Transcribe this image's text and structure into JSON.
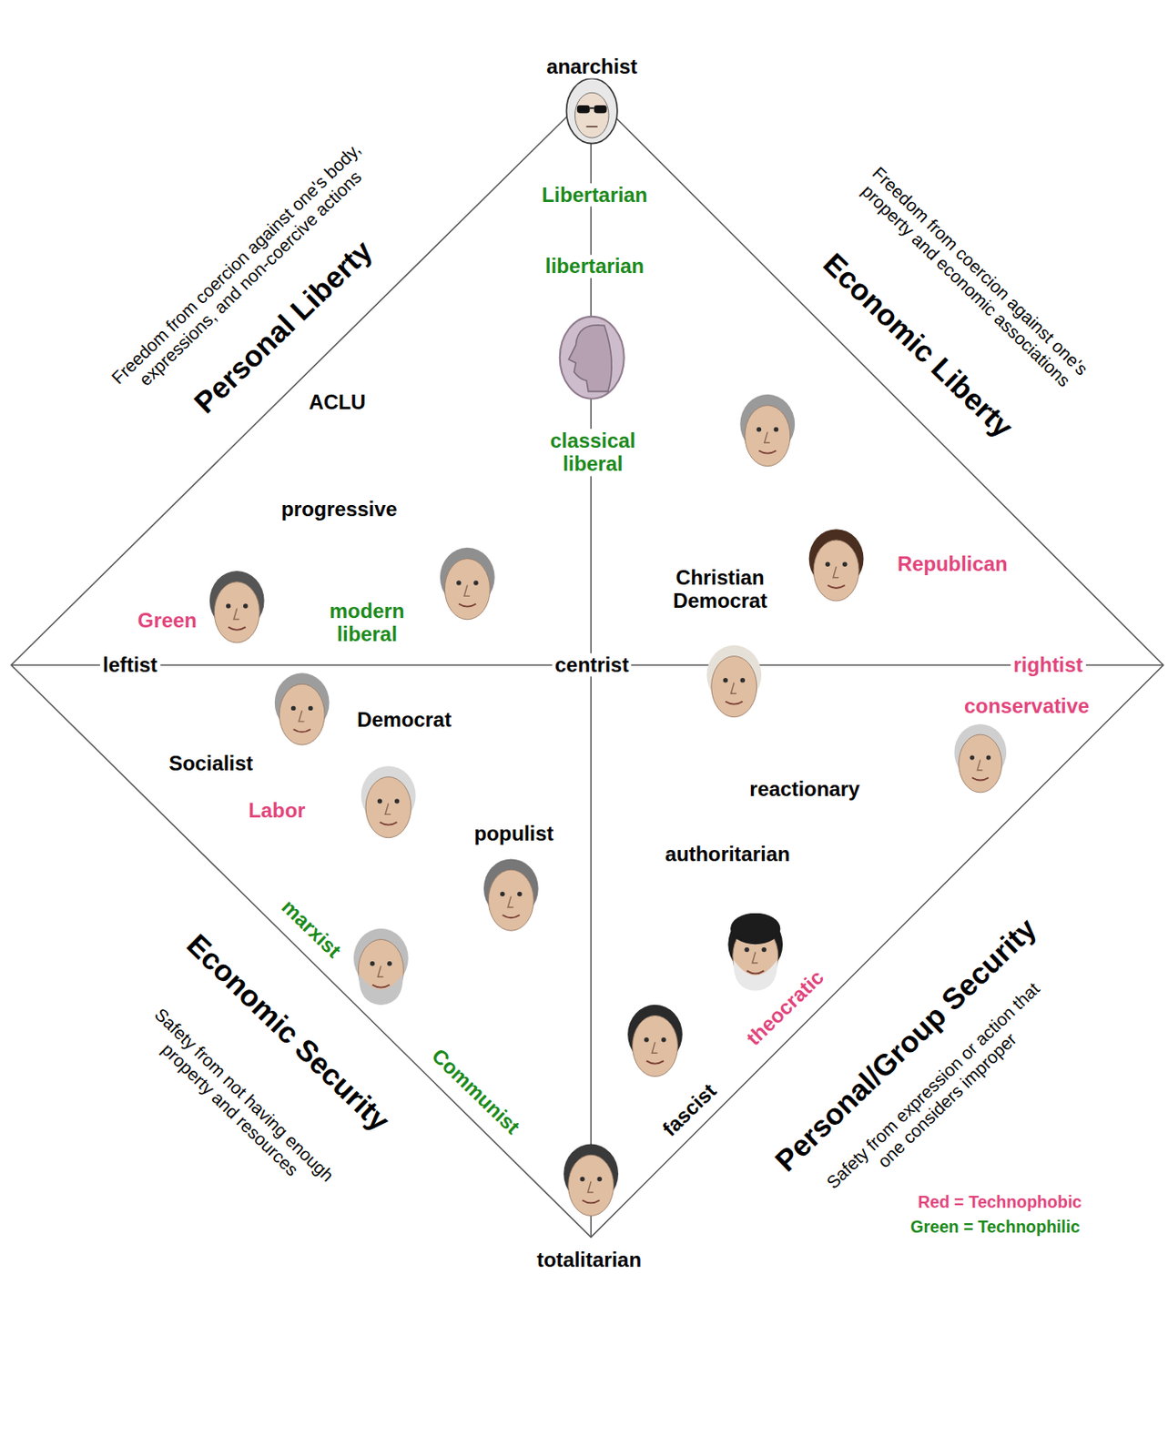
{
  "diagram": {
    "labels": [
      "anarchist",
      "Libertarian",
      "libertarian",
      "Personal Liberty",
      "Freedom from coercion against one's body, expressions, and non-coercive actions",
      "Economic Liberty",
      "Freedom from coercion against one's property and economic associations",
      "ACLU",
      "classical liberal",
      "progressive",
      "Christian Democrat",
      "Republican",
      "Green",
      "modern liberal",
      "leftist",
      "centrist",
      "rightist",
      "conservative",
      "Democrat",
      "Socialist",
      "reactionary",
      "Labor",
      "populist",
      "authoritarian",
      "marxist",
      "theocratic",
      "Economic Security",
      "Safety from not having enough property and resources",
      "Personal/Group Security",
      "Safety from expression or action that one considers improper",
      "Communist",
      "fascist",
      "totalitarian"
    ],
    "legend": [
      {
        "text": "Red = Technophobic",
        "color": "#e2457c"
      },
      {
        "text": "Green = Technophilic",
        "color": "#1b8a1b"
      }
    ]
  }
}
